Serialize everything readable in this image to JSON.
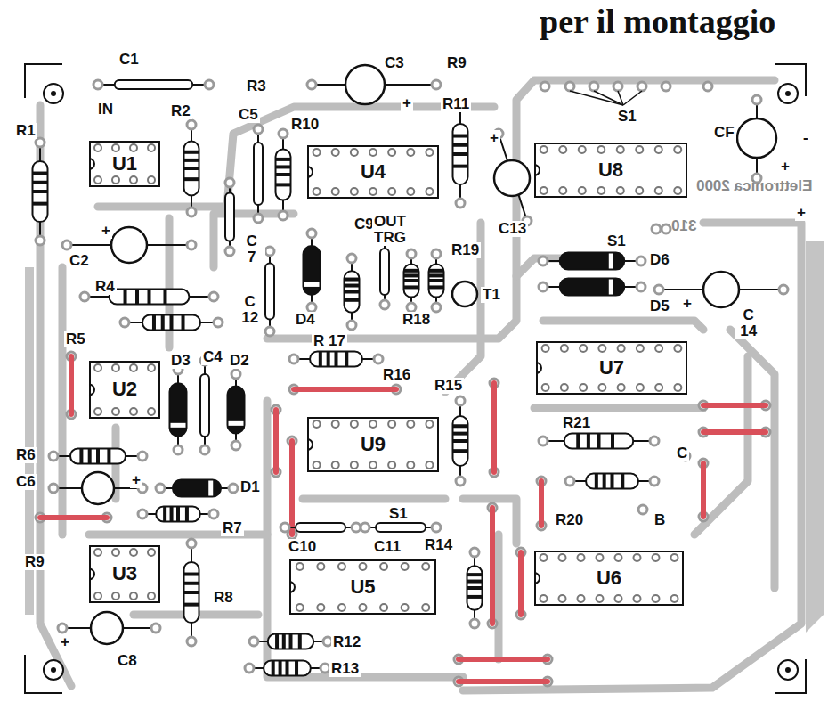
{
  "diagram": {
    "title": "per il montaggio",
    "nodes": [
      {
        "text": [
          "U1"
        ]
      },
      {
        "text": [
          "U4"
        ]
      },
      {
        "text": [
          "U8"
        ]
      },
      {
        "text": [
          "U2"
        ]
      },
      {
        "text": [
          "U7"
        ]
      },
      {
        "text": [
          "U9"
        ]
      },
      {
        "text": [
          "U3"
        ]
      },
      {
        "text": [
          "U5"
        ]
      },
      {
        "text": [
          "U6"
        ]
      }
    ],
    "labels": [
      "C1",
      "IN",
      "R3",
      "C3",
      "+",
      "R9",
      "R11",
      "S1",
      "CF",
      "-",
      "+",
      "+",
      "Elettronica 2000",
      "310",
      "C13",
      "+",
      "R1",
      "R2",
      "C5",
      "R10",
      "+",
      "C2",
      "C 7",
      "C 12",
      "C9",
      "OUT",
      "TRG",
      "R19",
      "S1",
      "D6",
      "T1",
      "D4",
      "R18",
      "D5",
      "+",
      "C 14",
      "R4",
      "R 17",
      "R16",
      "R5",
      "D3",
      "C4",
      "D2",
      "R15",
      "R21",
      "C",
      "R6",
      "C6",
      "+",
      "D1",
      "R7",
      "S1",
      "C10",
      "C11",
      "R14",
      "R20",
      "B",
      "R9",
      "R8",
      "+",
      "C8",
      "R12",
      "R13"
    ]
  }
}
